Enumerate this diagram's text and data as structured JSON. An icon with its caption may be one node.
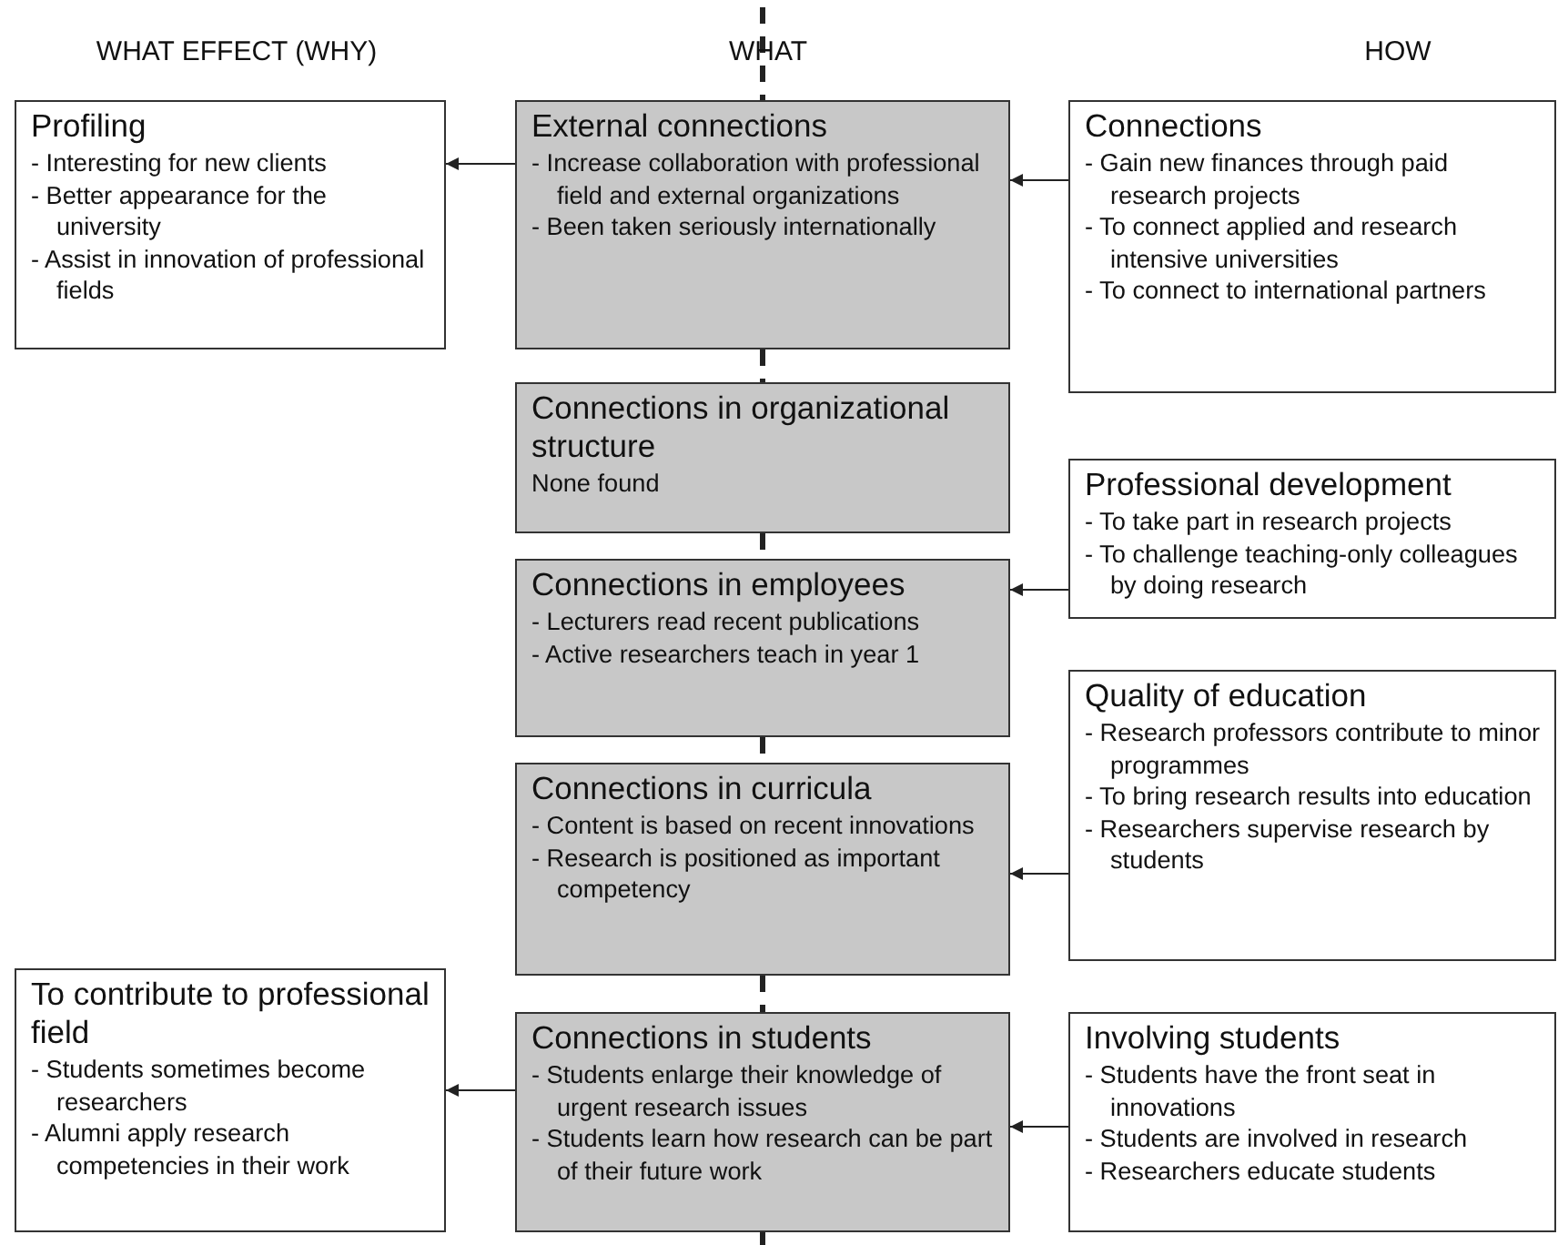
{
  "diagram": {
    "nodes": [
      {
        "text": [
          "Profiling",
          "- Interesting for new clients",
          "- Better appearance for the university",
          "- Assist in innovation of professional fields"
        ]
      },
      {
        "text": [
          "External connections",
          "- Increase collaboration with professional field and external organizations",
          "- Been taken seriously internationally"
        ]
      },
      {
        "text": [
          "Connections",
          "- Gain new finances through paid research projects",
          "- To connect applied and research intensive universities",
          "- To connect to international partners"
        ]
      },
      {
        "text": [
          "Connections in organizational structure",
          "None found"
        ]
      },
      {
        "text": [
          "Professional development",
          "- To take part in research projects",
          "- To challenge teaching-only colleagues by doing research"
        ]
      },
      {
        "text": [
          "Connections in employees",
          "- Lecturers read recent publications",
          "- Active researchers teach in year 1"
        ]
      },
      {
        "text": [
          "Quality of education",
          "- Research professors contribute to minor programmes",
          "- To bring research results into education",
          "- Researchers supervise research by students"
        ]
      },
      {
        "text": [
          "Connections in curricula",
          "- Content is based on recent innovations",
          "- Research is positioned as important competency"
        ]
      },
      {
        "text": [
          "To contribute to professional field",
          "- Students sometimes become researchers",
          "- Alumni apply research competencies in their work"
        ]
      },
      {
        "text": [
          "Connections in students",
          "- Students enlarge their knowledge of urgent research issues",
          "- Students learn how research can be part of their future work"
        ]
      },
      {
        "text": [
          "Involving students",
          "- Students have the front seat in innovations",
          "- Students are involved in research",
          "- Researchers educate students"
        ]
      }
    ],
    "edges": [
      {
        "from": 2,
        "to": 1,
        "arrow": "to"
      },
      {
        "from": 1,
        "to": 0,
        "arrow": "to"
      },
      {
        "from": 4,
        "to": 5,
        "arrow": "to"
      },
      {
        "from": 6,
        "to": 7,
        "arrow": "to"
      },
      {
        "from": 10,
        "to": 9,
        "arrow": "to"
      },
      {
        "from": 9,
        "to": 8,
        "arrow": "to"
      },
      {
        "from": null,
        "to": 1,
        "arrow": "none",
        "style": "dashed"
      },
      {
        "from": 1,
        "to": 3,
        "arrow": "none",
        "style": "dashed"
      },
      {
        "from": 3,
        "to": 5,
        "arrow": "none",
        "style": "dashed"
      },
      {
        "from": 5,
        "to": 7,
        "arrow": "none",
        "style": "dashed"
      },
      {
        "from": 7,
        "to": 9,
        "arrow": "none",
        "style": "dashed"
      },
      {
        "from": 9,
        "to": null,
        "arrow": "none",
        "style": "dashed"
      }
    ],
    "labels": [
      "WHAT EFFECT (WHY)",
      "WHAT",
      "HOW"
    ]
  }
}
